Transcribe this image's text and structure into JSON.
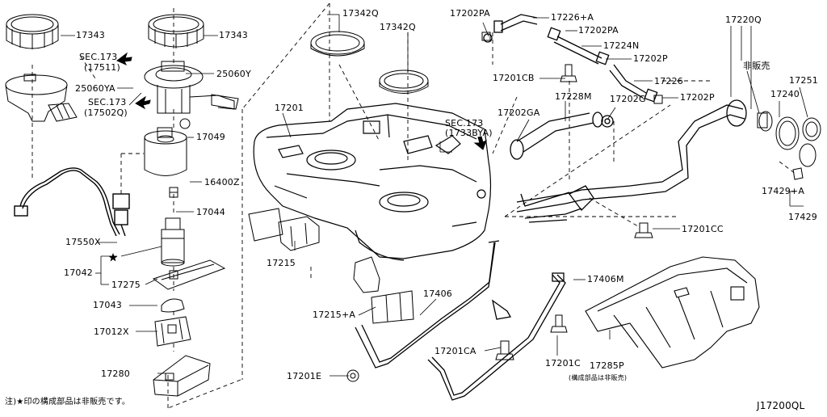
{
  "labels": {
    "p17343a": "17343",
    "p17343b": "17343",
    "p17342q_a": "17342Q",
    "p17342q_b": "17342Q",
    "p17202pa_a": "17202PA",
    "p17226a": "17226+A",
    "p17202pa_b": "17202PA",
    "p17224n": "17224N",
    "p17202p_a": "17202P",
    "p17226": "17226",
    "p17202p_b": "17202P",
    "p17201cb": "17201CB",
    "p17228m": "17228M",
    "p17202g": "17202G",
    "p17202ga": "17202GA",
    "p17220q": "17220Q",
    "not_sold": "非販売",
    "p17251": "17251",
    "p17240": "17240",
    "p17429a": "17429+A",
    "p17429": "17429",
    "p17201cc": "17201CC",
    "sec173_17511_a": "SEC.173",
    "sec173_17511_b": "(17511)",
    "p25060y": "25060Y",
    "p25060ya": "25060YA",
    "sec173_17502q_a": "SEC.173",
    "sec173_17502q_b": "(17502Q)",
    "p17049": "17049",
    "p16400z": "16400Z",
    "p17044": "17044",
    "p17550x": "17550X",
    "p17042": "17042",
    "p17275": "17275",
    "p17043": "17043",
    "p17012x": "17012X",
    "p17280": "17280",
    "p17201": "17201",
    "sec173_1733bya_a": "SEC.173",
    "sec173_1733bya_b": "(1733BYA)",
    "p17215": "17215",
    "p17215a": "17215+A",
    "p17406": "17406",
    "p17201ca": "17201CA",
    "p17201e": "17201E",
    "p17406m": "17406M",
    "p17201c": "17201C",
    "p17285p": "17285P",
    "note_components": "(構成部品は非販売)",
    "footnote": "注)★印の構成部品は非販売です。",
    "diagram_code": "J17200QL"
  },
  "colors": {
    "line": "#000000",
    "paper": "#ffffff",
    "shade": "#d8d8d8"
  }
}
